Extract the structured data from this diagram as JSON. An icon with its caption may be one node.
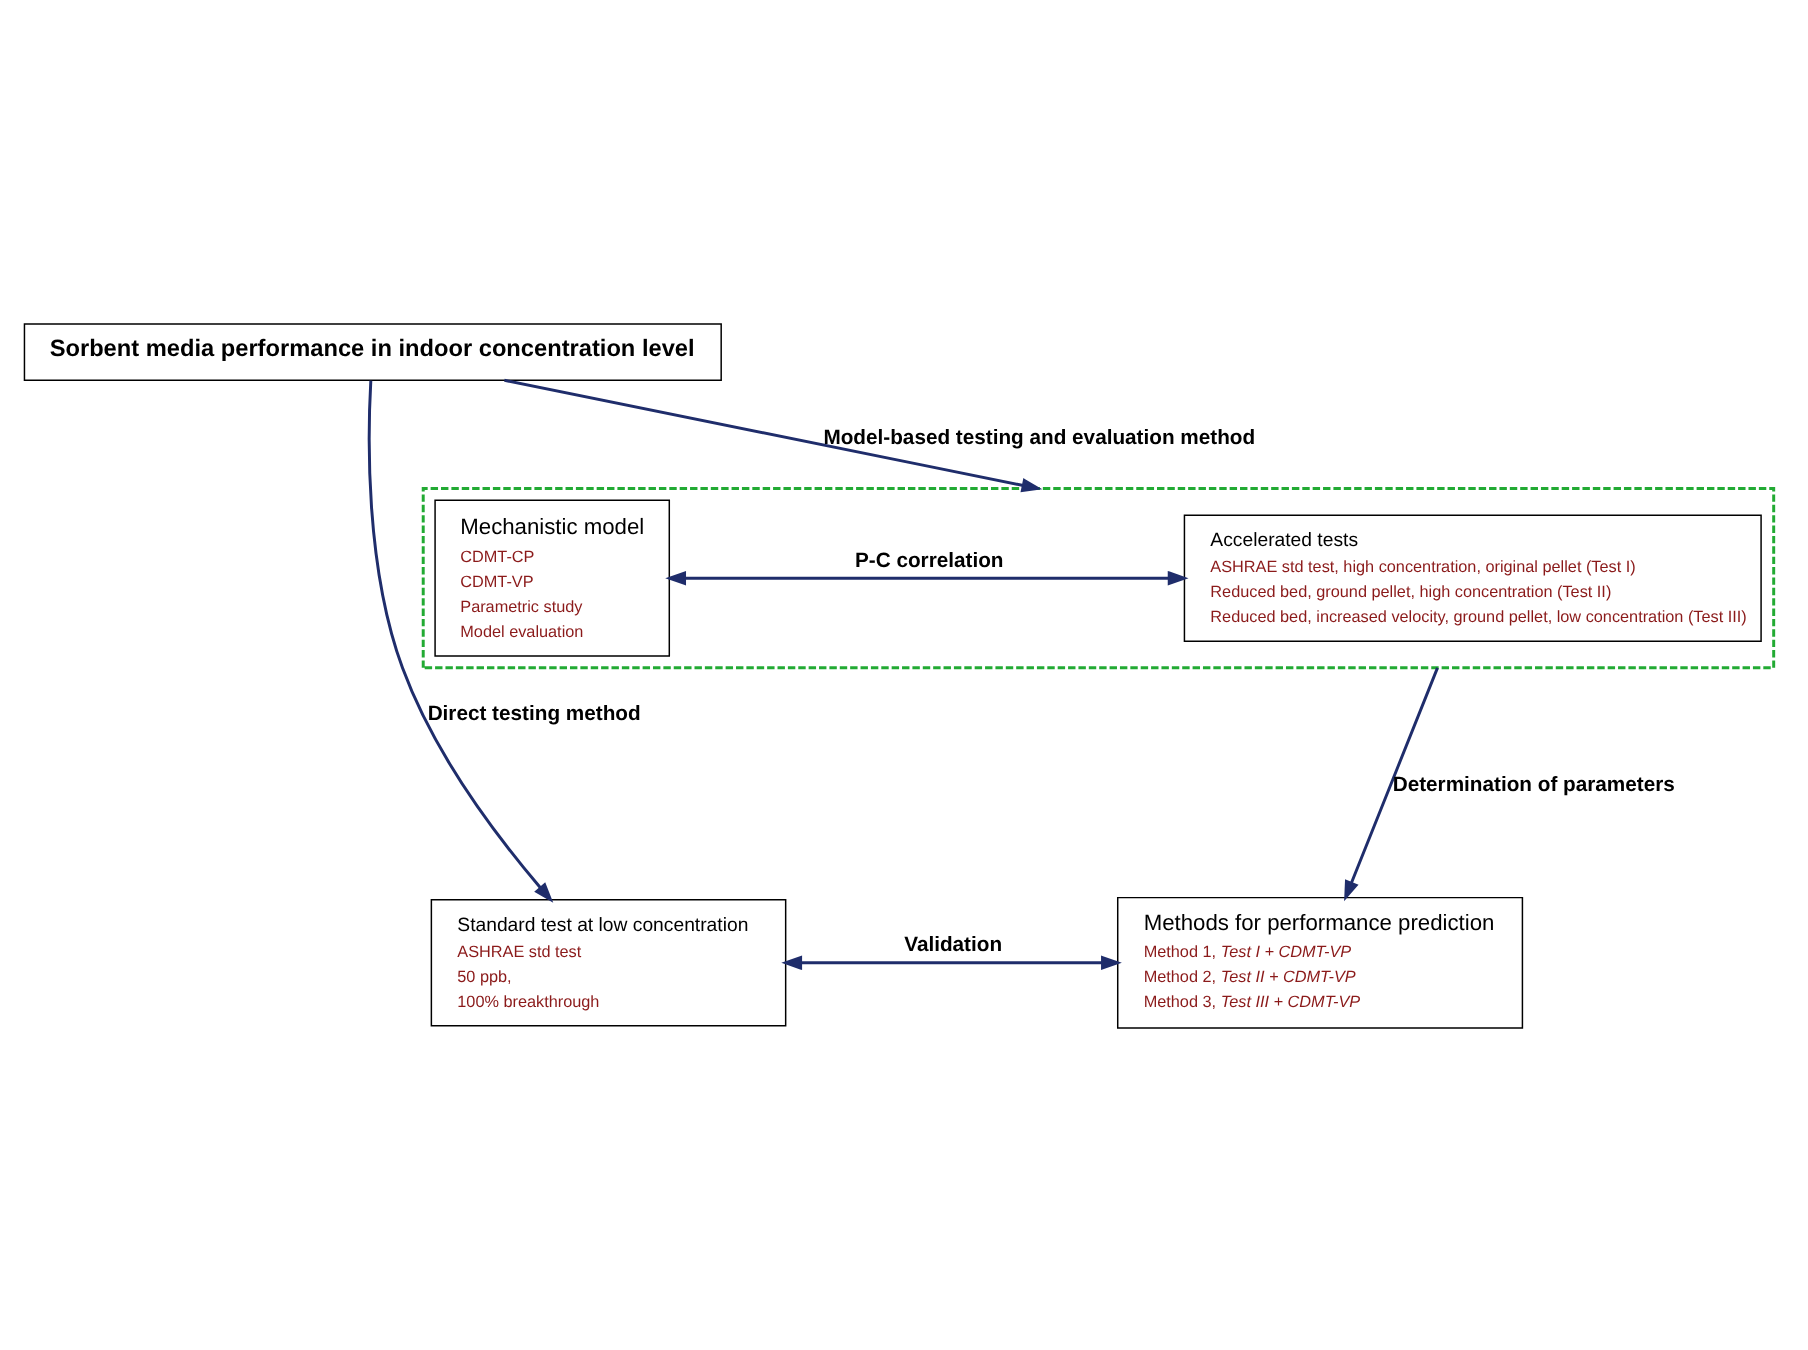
{
  "diagram": {
    "nodes": [
      {
        "text": [
          "Sorbent media performance in indoor concentration level"
        ]
      },
      {
        "text": [],
        "shape": "box"
      },
      {
        "text": [
          "Mechanistic model",
          "CDMT-CP",
          "CDMT-VP",
          "Parametric study",
          "Model evaluation"
        ],
        "in": 1
      },
      {
        "text": [
          "Accelerated tests",
          "ASHRAE std test, high concentration, original pellet (Test I)",
          "Reduced bed, ground pellet, high concentration (Test II)",
          "Reduced bed, increased velocity, ground pellet, low concentration (Test III)"
        ],
        "in": 1
      },
      {
        "text": [
          "Standard test at low concentration",
          "ASHRAE std test",
          "50 ppb,",
          "100% breakthrough"
        ]
      },
      {
        "text": [
          "Methods for performance prediction",
          "Method 1, *Test I + CDMT-VP*",
          "Method 2, *Test II + CDMT-VP*",
          "Method 3, *Test III + CDMT-VP*"
        ]
      }
    ],
    "edges": [
      {
        "from": 0,
        "to": 4,
        "arrow": "to",
        "label": "Direct testing method"
      },
      {
        "from": 0,
        "to": 1,
        "arrow": "to",
        "label": "Model-based testing and evaluation method"
      },
      {
        "from": 2,
        "to": 3,
        "arrow": "both",
        "label": "P-C correlation"
      },
      {
        "from": 1,
        "to": 5,
        "arrow": "to",
        "label": "Determination of parameters"
      },
      {
        "from": 4,
        "to": 5,
        "arrow": "both",
        "label": "Validation"
      }
    ]
  }
}
